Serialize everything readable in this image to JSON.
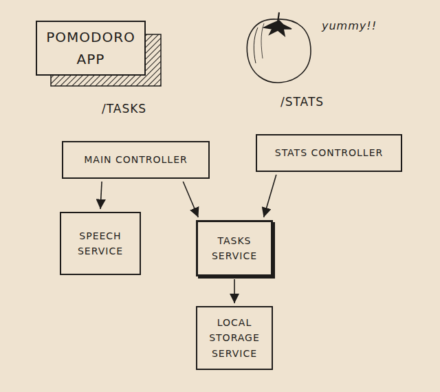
{
  "diagram": {
    "nodes": [
      {
        "text": [
          "POMODORO APP"
        ]
      },
      {
        "text": [
          "MAIN CONTROLLER"
        ]
      },
      {
        "text": [
          "STATS CONTROLLER"
        ]
      },
      {
        "text": [
          "SPEECH SERVICE"
        ]
      },
      {
        "text": [
          "TASKS SERVICE"
        ]
      },
      {
        "text": [
          "LOCAL STORAGE SERVICE"
        ]
      }
    ],
    "edges": [
      {
        "from": 1,
        "to": 3,
        "arrow": "to"
      },
      {
        "from": 1,
        "to": 4,
        "arrow": "to"
      },
      {
        "from": 2,
        "to": 4,
        "arrow": "to"
      },
      {
        "from": 4,
        "to": 5,
        "arrow": "to"
      }
    ],
    "labels": [
      "/TASKS",
      "/STATS",
      "yummy!!"
    ]
  }
}
